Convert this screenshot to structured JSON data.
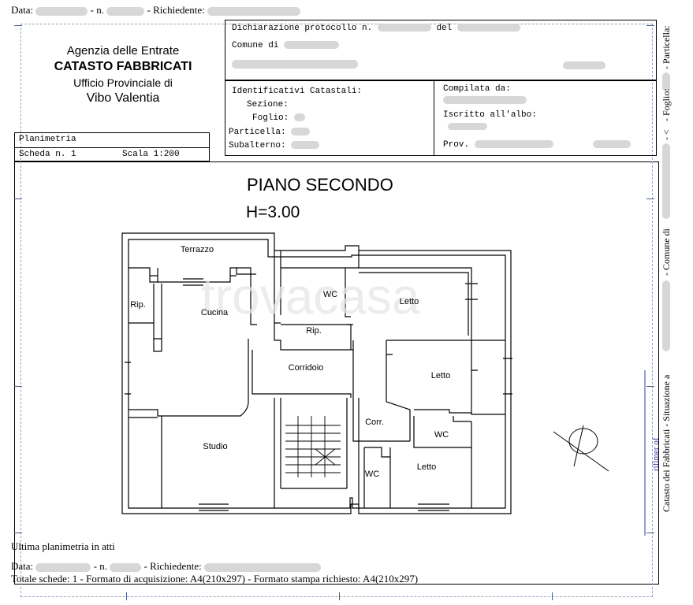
{
  "top_line": {
    "data_label": "Data:",
    "n_label": "- n.",
    "richiedente_label": "- Richiedente:"
  },
  "agency": {
    "line1": "Agenzia delle Entrate",
    "line2": "CATASTO FABBRICATI",
    "line3": "Ufficio Provinciale di",
    "line4": "Vibo Valentia"
  },
  "dichiarazione": {
    "protocollo_label": "Dichiarazione protocollo n.",
    "del_label": "del",
    "comune_label": "Comune di"
  },
  "identificativi": {
    "title": "Identificativi Catastali:",
    "sezione_label": "Sezione:",
    "foglio_label": "Foglio:",
    "particella_label": "Particella:",
    "subalterno_label": "Subalterno:"
  },
  "compilata": {
    "compilata_label": "Compilata da:",
    "iscritto_label": "Iscritto all'albo:",
    "prov_label": "Prov."
  },
  "planimetria": {
    "title": "Planimetria",
    "scheda": "Scheda n. 1",
    "scala": "Scala 1:200"
  },
  "floor": {
    "title": "PIANO SECONDO",
    "height": "H=3.00"
  },
  "rooms": {
    "terrazzo": "Terrazzo",
    "rip1": "Rip.",
    "cucina": "Cucina",
    "wc1": "WC",
    "letto1": "Letto",
    "rip2": "Rip.",
    "corridoio": "Corridoio",
    "letto2": "Letto",
    "studio": "Studio",
    "corr": "Corr.",
    "wc2": "WC",
    "wc3": "WC",
    "letto3": "Letto"
  },
  "watermark": "trovacasa",
  "bottom": {
    "ultima": "Ultima planimetria in atti",
    "data_label": "Data:",
    "n_label": "- n.",
    "richiedente_label": "- Richiedente:",
    "totale": "Totale schede: 1 - Formato di acquisizione: A4(210x297)  - Formato stampa richiesto: A4(210x297)"
  },
  "side_text": {
    "particella": "- Particella:",
    "foglio": "- Foglio:",
    "lt": "- <",
    "comune": "- Comune di",
    "situazione": "Catasto dei Fabbricati - Situazione a",
    "stamp": "rifimer of"
  },
  "colors": {
    "redaction": "#d7d7d7",
    "crop_marks": "#4a5a8a",
    "stamp": "#3a3aa0"
  }
}
